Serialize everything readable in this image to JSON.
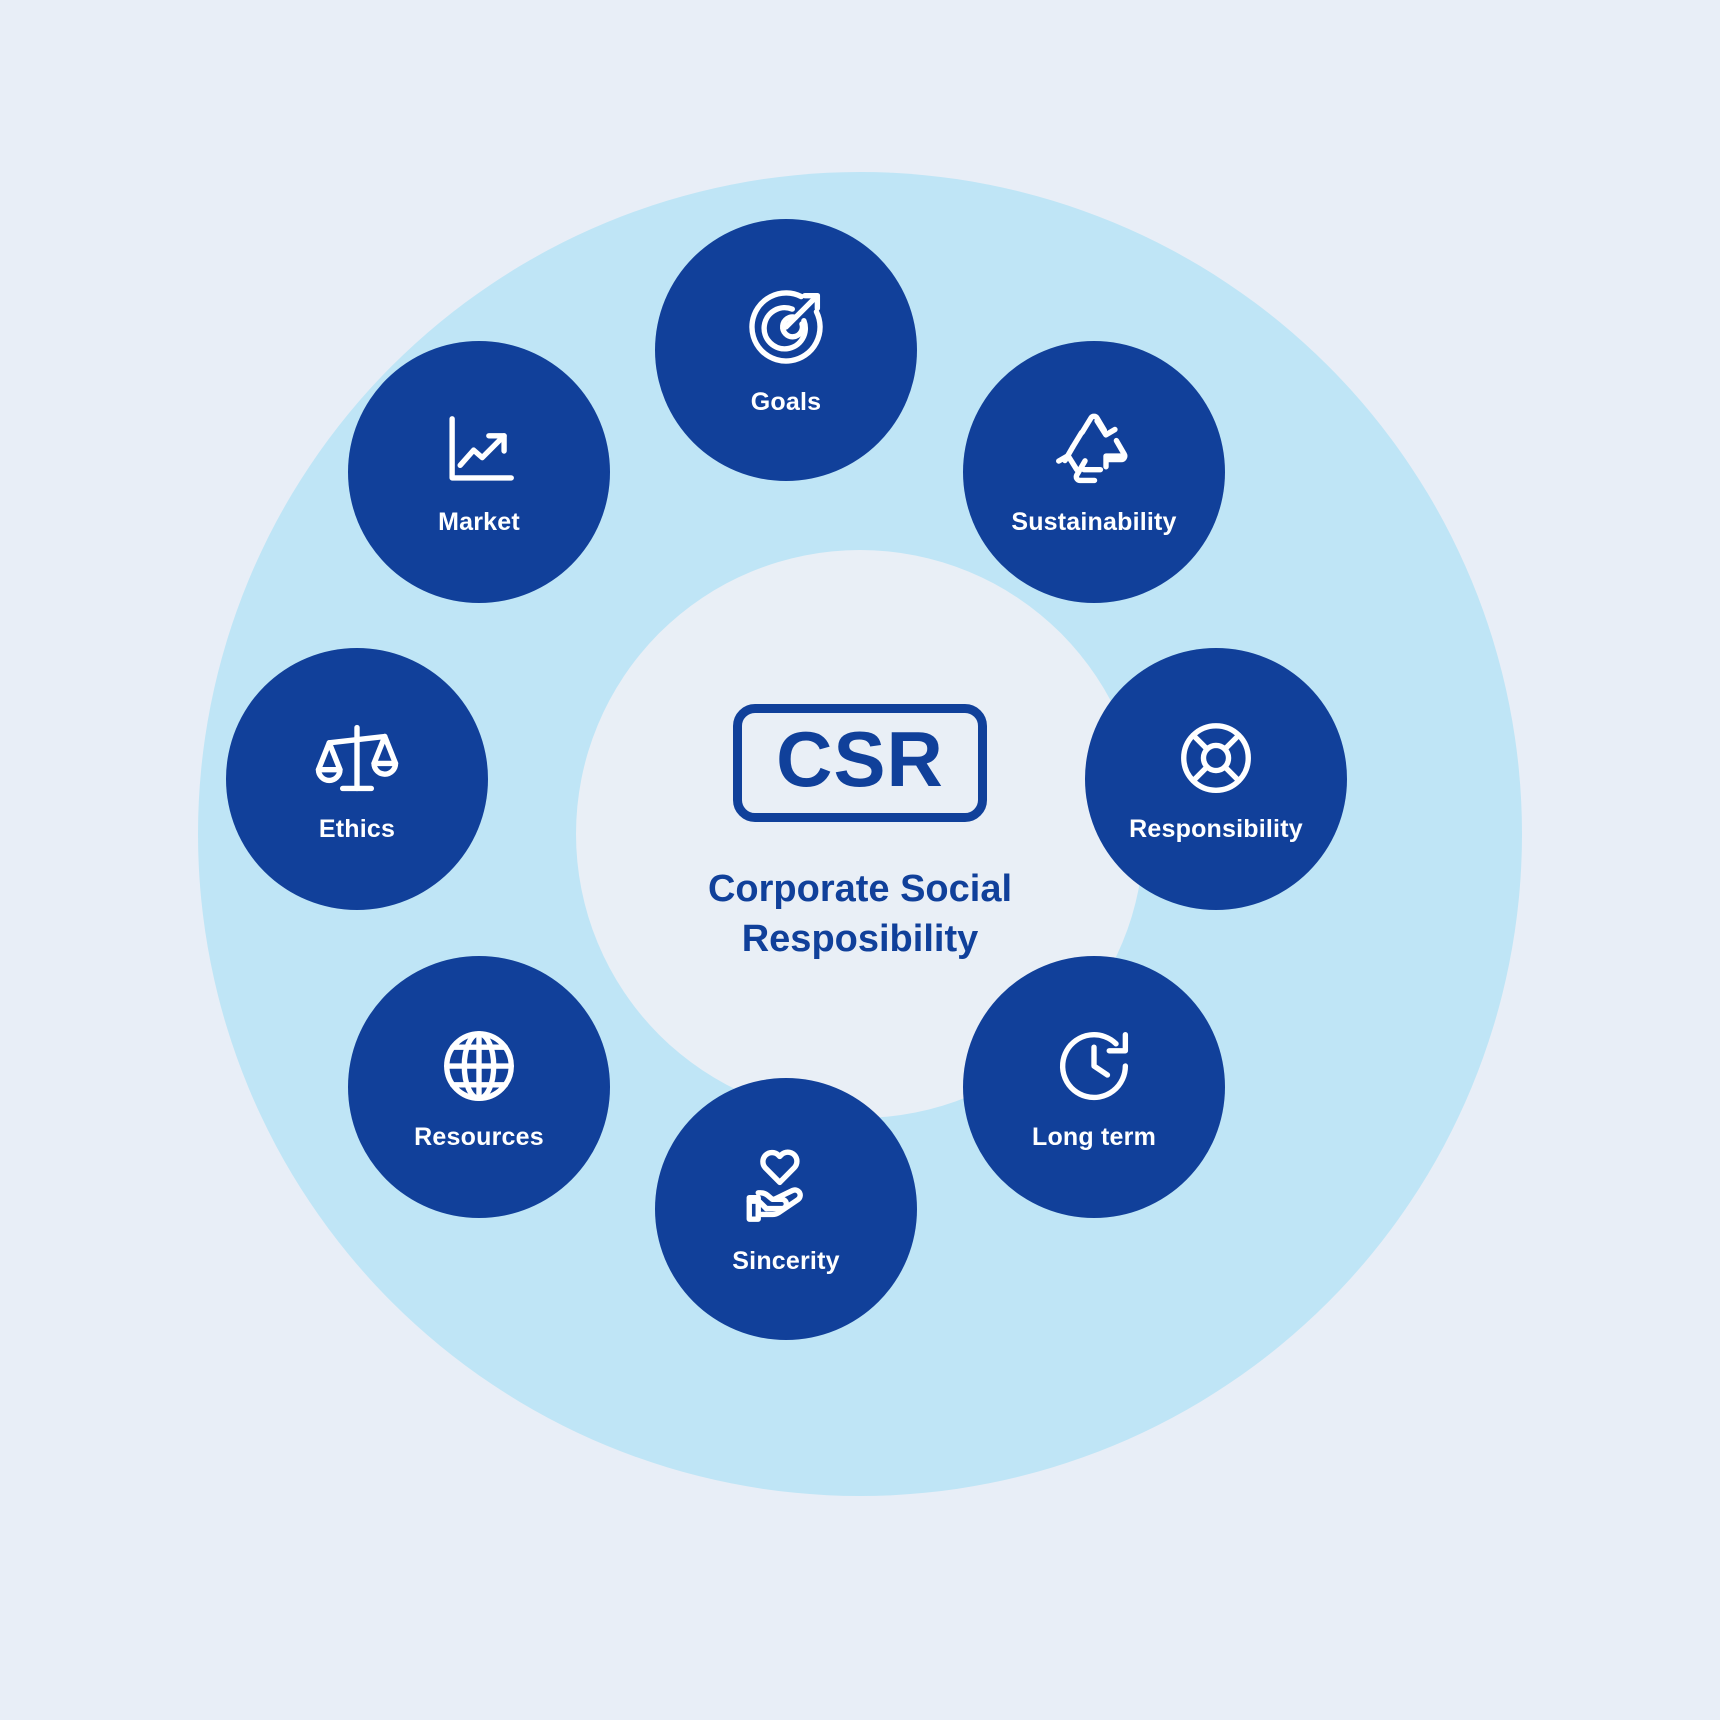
{
  "background_color": "#e8eef7",
  "palette": {
    "page_bg": "#e8eef7",
    "ring": "#bfe5f6",
    "hub": "#e9eff6",
    "node": "#11409a",
    "node_text": "#ffffff",
    "accent_text": "#10409a"
  },
  "center": {
    "badge_text": "CSR",
    "title_line1": "Corporate Social",
    "title_line2": "Resposibility",
    "badge_icon": "csr-badge-outline"
  },
  "nodes": [
    {
      "id": "goals",
      "label": "Goals",
      "icon": "target-icon",
      "position": "top"
    },
    {
      "id": "sustainability",
      "label": "Sustainability",
      "icon": "recycle-icon",
      "position": "top-right"
    },
    {
      "id": "responsibility",
      "label": "Responsibility",
      "icon": "life-buoy-icon",
      "position": "right"
    },
    {
      "id": "longterm",
      "label": "Long term",
      "icon": "clock-arrow-icon",
      "position": "bottom-right"
    },
    {
      "id": "sincerity",
      "label": "Sincerity",
      "icon": "hand-heart-icon",
      "position": "bottom"
    },
    {
      "id": "resources",
      "label": "Resources",
      "icon": "globe-icon",
      "position": "bottom-left"
    },
    {
      "id": "ethics",
      "label": "Ethics",
      "icon": "balance-scales-icon",
      "position": "left"
    },
    {
      "id": "market",
      "label": "Market",
      "icon": "growth-chart-icon",
      "position": "top-left"
    }
  ]
}
